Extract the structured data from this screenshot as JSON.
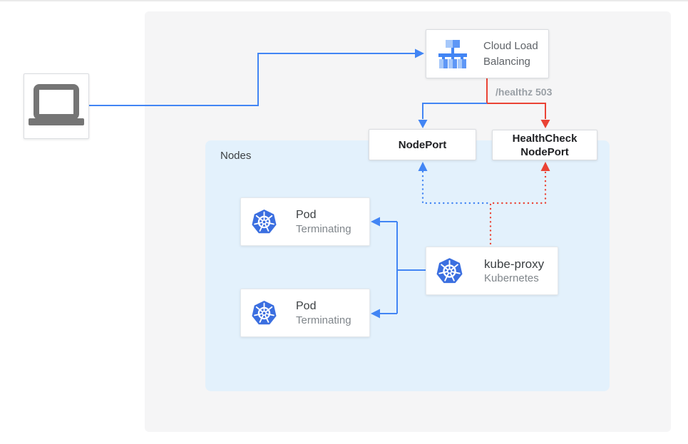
{
  "colors": {
    "blue": "#4285F4",
    "red": "#EA4335",
    "k8s-blue": "#3B6FE0",
    "canvas-bg": "#F5F5F6",
    "nodes-bg": "#E3F1FC",
    "laptop-gray": "#757575",
    "lb-light-blue": "#A6C8FA",
    "lb-mid-blue": "#5E97F6"
  },
  "diagram": {
    "client": {
      "icon": "laptop-icon"
    },
    "cloud_load_balancing": {
      "label": "Cloud Load Balancing",
      "icon": "load-balancer-icon"
    },
    "healthz_label": "/healthz 503",
    "nodeport": {
      "label": "NodePort"
    },
    "healthcheck_nodeport": {
      "label": "HealthCheck NodePort"
    },
    "nodes_group": {
      "label": "Nodes"
    },
    "pods": [
      {
        "title": "Pod",
        "status": "Terminating",
        "icon": "kubernetes-icon"
      },
      {
        "title": "Pod",
        "status": "Terminating",
        "icon": "kubernetes-icon"
      }
    ],
    "kube_proxy": {
      "title": "kube-proxy",
      "subtitle": "Kubernetes",
      "icon": "kubernetes-icon"
    }
  }
}
